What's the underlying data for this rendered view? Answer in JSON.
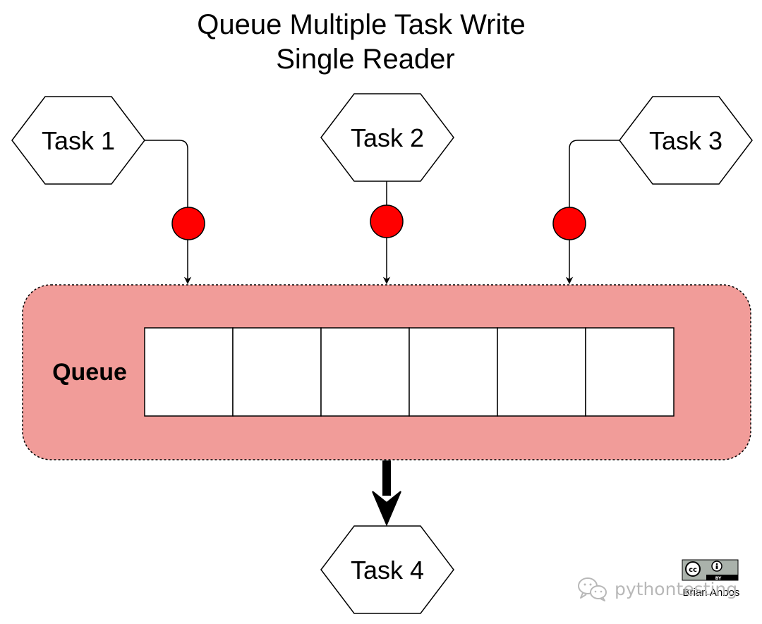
{
  "title": {
    "line1": "Queue Multiple Task Write",
    "line2": "Single Reader"
  },
  "tasks": {
    "task1": "Task 1",
    "task2": "Task 2",
    "task3": "Task 3",
    "task4": "Task 4"
  },
  "queue": {
    "label": "Queue",
    "slot_count": 6
  },
  "license": {
    "badge_left": "cc",
    "badge_by": "BY",
    "author": "Brian Anbos"
  },
  "watermark": {
    "icon": "wechat-icon",
    "text": "pythontesting"
  },
  "colors": {
    "queue_fill": "#f19c99",
    "write_marker": "#ff0000",
    "hex_fill": "#ffffff",
    "stroke": "#000000",
    "watermark": "#b8b8b8"
  }
}
